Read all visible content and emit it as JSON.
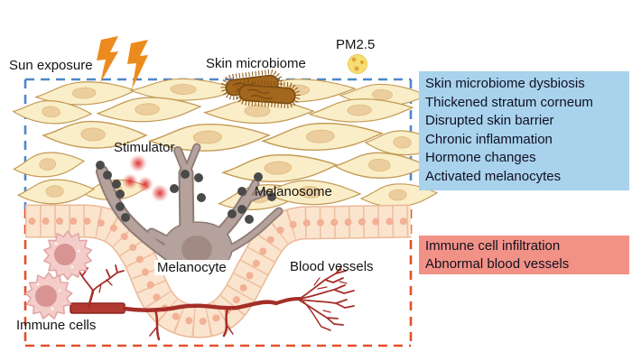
{
  "diagram": {
    "labels": {
      "sun_exposure": "Sun exposure",
      "skin_microbiome": "Skin microbiome",
      "pm25": "PM2.5",
      "stimulator": "Stimulator",
      "melanosome": "Melanosome",
      "melanocyte": "Melanocyte",
      "blood_vessels": "Blood vessels",
      "immune_cells": "Immune cells"
    },
    "colors": {
      "boundary_epidermis": "#4d87c7",
      "boundary_dermis": "#e4502a",
      "lightning": "#ec8a1e",
      "pm_particle": "#f6df72",
      "bacteria": "#a2661c",
      "keratinocyte": "#f9eec8",
      "basal_cells": "#fbe4ce",
      "melanocyte": "#b5a29c",
      "melanosome": "#4a4a4a",
      "stimulator_glow": "#e03434",
      "immune_cell": "#f4cdca",
      "blood_vessel": "#a52e28",
      "panel_epidermis_bg": "#a9d2ed",
      "panel_dermis_bg": "#f29287"
    }
  },
  "panels": {
    "epidermis": {
      "items": [
        "Skin microbiome dysbiosis",
        "Thickened stratum corneum",
        "Disrupted skin barrier",
        "Chronic inflammation",
        "Hormone changes",
        "Activated melanocytes"
      ]
    },
    "dermis": {
      "items": [
        "Immune cell infiltration",
        "Abnormal blood vessels"
      ]
    }
  }
}
